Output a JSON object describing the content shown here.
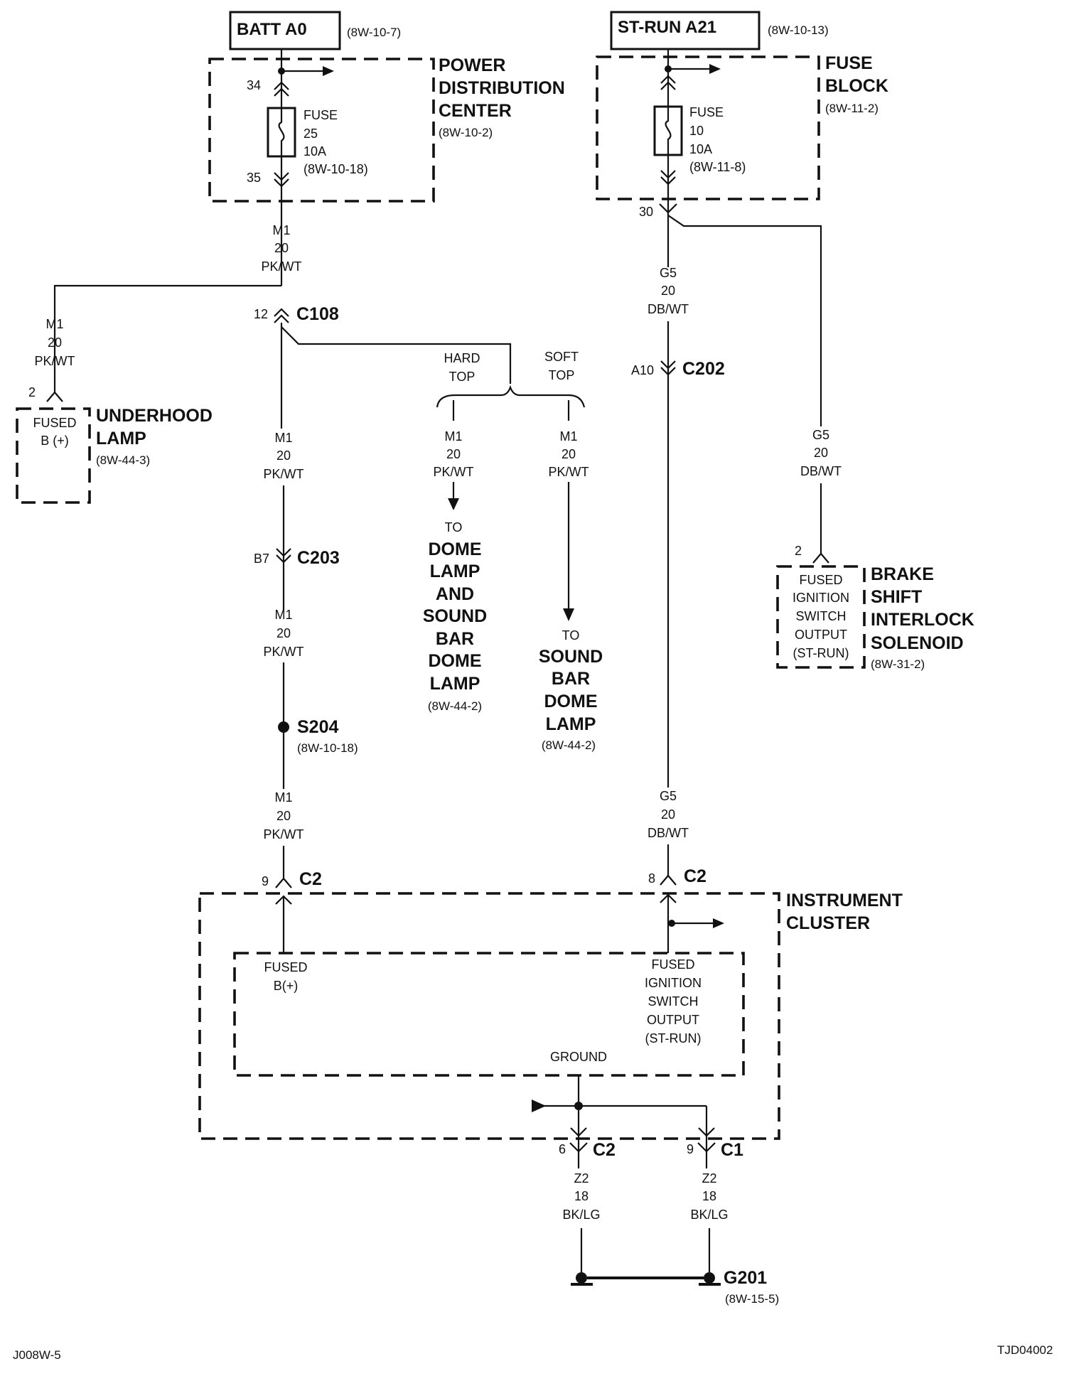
{
  "batt": {
    "label": "BATT A0",
    "ref": "(8W-10-7)"
  },
  "pdc": {
    "name": [
      "POWER",
      "DISTRIBUTION",
      "CENTER"
    ],
    "ref": "(8W-10-2)",
    "pin_in": "34",
    "pin_out": "35",
    "fuse": [
      "FUSE",
      "25",
      "10A",
      "(8W-10-18)"
    ]
  },
  "strun": {
    "label": "ST-RUN A21",
    "ref": "(8W-10-13)"
  },
  "fuse_block": {
    "name": [
      "FUSE",
      "BLOCK"
    ],
    "ref": "(8W-11-2)",
    "pin_out": "30",
    "fuse": [
      "FUSE",
      "10",
      "10A",
      "(8W-11-8)"
    ]
  },
  "wires": {
    "m1_pdc": [
      "M1",
      "20",
      "PK/WT"
    ],
    "m1_underhood": [
      "M1",
      "20",
      "PK/WT"
    ],
    "m1_main": [
      "M1",
      "20",
      "PK/WT"
    ],
    "m1_hard": [
      "M1",
      "20",
      "PK/WT"
    ],
    "m1_soft": [
      "M1",
      "20",
      "PK/WT"
    ],
    "m1_after_c203": [
      "M1",
      "20",
      "PK/WT"
    ],
    "m1_after_s204": [
      "M1",
      "20",
      "PK/WT"
    ],
    "g5_top": [
      "G5",
      "20",
      "DB/WT"
    ],
    "g5_right": [
      "G5",
      "20",
      "DB/WT"
    ],
    "g5_bottom": [
      "G5",
      "20",
      "DB/WT"
    ],
    "z2_left": [
      "Z2",
      "18",
      "BK/LG"
    ],
    "z2_right": [
      "Z2",
      "18",
      "BK/LG"
    ]
  },
  "connectors": {
    "c108": {
      "name": "C108",
      "pin": "12"
    },
    "c203": {
      "name": "C203",
      "pin": "B7"
    },
    "c202": {
      "name": "C202",
      "pin": "A10"
    },
    "ic_c2_left": {
      "name": "C2",
      "pin": "9"
    },
    "ic_c2_right": {
      "name": "C2",
      "pin": "8"
    },
    "gnd_c2": {
      "name": "C2",
      "pin": "6"
    },
    "gnd_c1": {
      "name": "C1",
      "pin": "9"
    }
  },
  "splice": {
    "name": "S204",
    "ref": "(8W-10-18)"
  },
  "ground": {
    "name": "G201",
    "ref": "(8W-15-5)"
  },
  "underhood": {
    "pin": "2",
    "inner": [
      "FUSED",
      "B (+)"
    ],
    "name": [
      "UNDERHOOD",
      "LAMP"
    ],
    "ref": "(8W-44-3)"
  },
  "hard_top": {
    "label": [
      "HARD",
      "TOP"
    ],
    "to": "TO",
    "dest": [
      "DOME",
      "LAMP",
      "AND",
      "SOUND",
      "BAR",
      "DOME",
      "LAMP"
    ],
    "ref": "(8W-44-2)"
  },
  "soft_top": {
    "label": [
      "SOFT",
      "TOP"
    ],
    "to": "TO",
    "dest": [
      "SOUND",
      "BAR",
      "DOME",
      "LAMP"
    ],
    "ref": "(8W-44-2)"
  },
  "bsi": {
    "pin": "2",
    "inner": [
      "FUSED",
      "IGNITION",
      "SWITCH",
      "OUTPUT",
      "(ST-RUN)"
    ],
    "name": [
      "BRAKE",
      "SHIFT",
      "INTERLOCK",
      "SOLENOID"
    ],
    "ref": "(8W-31-2)"
  },
  "cluster": {
    "name": [
      "INSTRUMENT",
      "CLUSTER"
    ],
    "fused_b": [
      "FUSED",
      "B(+)"
    ],
    "fused_ign": [
      "FUSED",
      "IGNITION",
      "SWITCH",
      "OUTPUT",
      "(ST-RUN)"
    ],
    "ground": "GROUND"
  },
  "footer": {
    "left": "J008W-5",
    "right": "TJD04002"
  }
}
